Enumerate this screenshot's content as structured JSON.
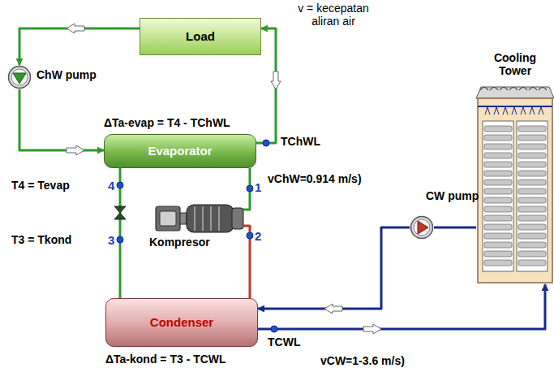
{
  "diagram": {
    "nodes": [
      {
        "text": [
          "Load"
        ]
      },
      {
        "text": [
          "ChW pump"
        ]
      },
      {
        "text": [
          "Evaporator"
        ]
      },
      {
        "text": [
          "Kompresor"
        ]
      },
      {
        "text": [
          "Cooling Tower"
        ]
      },
      {
        "text": [
          "CW pump"
        ]
      },
      {
        "text": [
          "Condenser"
        ]
      }
    ],
    "edges": [
      {
        "from": 2,
        "to": 0,
        "arrow": "to"
      },
      {
        "from": 0,
        "to": 1,
        "arrow": "to"
      },
      {
        "from": 1,
        "to": 2,
        "arrow": "to"
      },
      {
        "from": 2,
        "to": 3,
        "arrow": "none"
      },
      {
        "from": 3,
        "to": 6,
        "arrow": "none"
      },
      {
        "from": 6,
        "to": 2,
        "arrow": "none"
      },
      {
        "from": 4,
        "to": 5,
        "arrow": "none"
      },
      {
        "from": 5,
        "to": 6,
        "arrow": "to"
      },
      {
        "from": 6,
        "to": 4,
        "arrow": "to"
      }
    ],
    "labels": [
      "v = kecepatan aliran air",
      "ΔTa-evap = T4 - TChWL",
      "TChWL",
      "vChW=0.914 m/s)",
      "T4 = Tevap",
      "4",
      "1",
      "2",
      "3",
      "T3 = Tkond",
      "ΔTa-kond = T3 - TCWL",
      "TCWL",
      "vCW=1-3.6 m/s)"
    ]
  }
}
